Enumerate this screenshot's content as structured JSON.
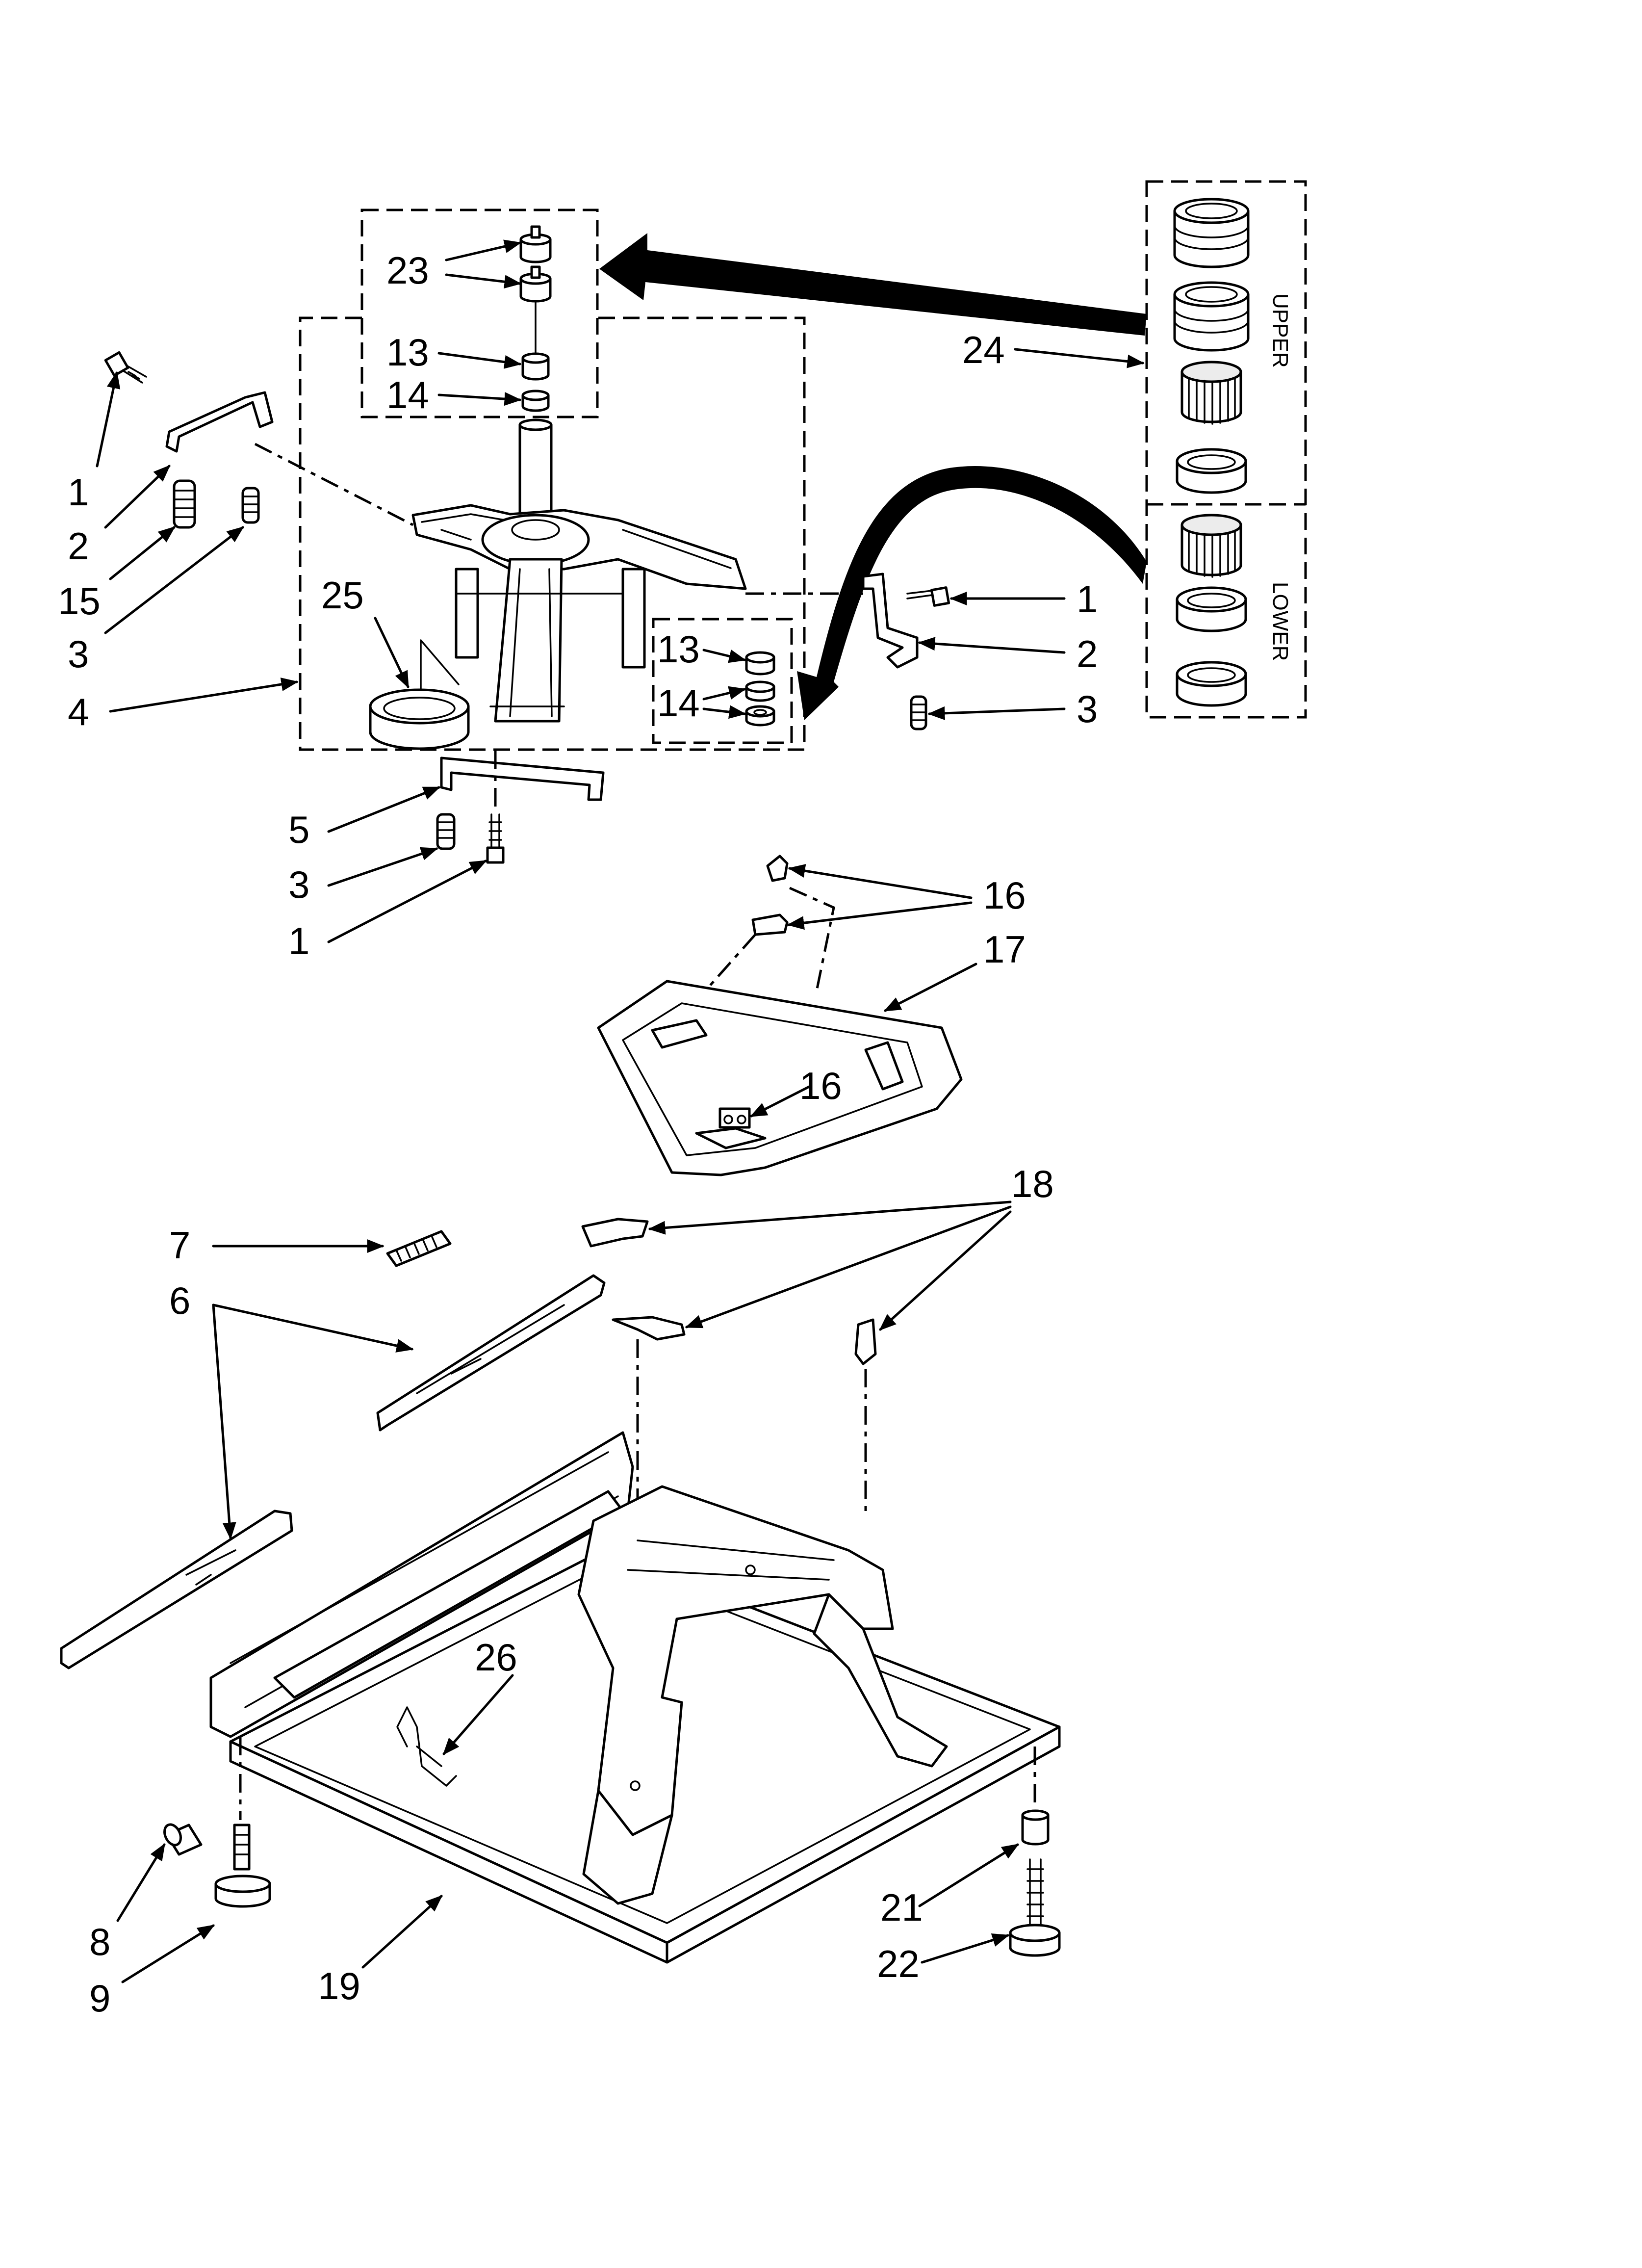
{
  "kit_labels": {
    "upper": "UPPER",
    "lower": "LOWER"
  },
  "callouts": [
    {
      "id": "c23",
      "text": "23"
    },
    {
      "id": "c13a",
      "text": "13"
    },
    {
      "id": "c14a",
      "text": "14"
    },
    {
      "id": "c24",
      "text": "24"
    },
    {
      "id": "c1a",
      "text": "1"
    },
    {
      "id": "c2a",
      "text": "2"
    },
    {
      "id": "c15",
      "text": "15"
    },
    {
      "id": "c3a",
      "text": "3"
    },
    {
      "id": "c25",
      "text": "25"
    },
    {
      "id": "c4",
      "text": "4"
    },
    {
      "id": "c13b",
      "text": "13"
    },
    {
      "id": "c14b",
      "text": "14"
    },
    {
      "id": "c1b",
      "text": "1"
    },
    {
      "id": "c2b",
      "text": "2"
    },
    {
      "id": "c3b",
      "text": "3"
    },
    {
      "id": "c5",
      "text": "5"
    },
    {
      "id": "c3c",
      "text": "3"
    },
    {
      "id": "c1c",
      "text": "1"
    },
    {
      "id": "c16a",
      "text": "16"
    },
    {
      "id": "c17",
      "text": "17"
    },
    {
      "id": "c16b",
      "text": "16"
    },
    {
      "id": "c18",
      "text": "18"
    },
    {
      "id": "c7",
      "text": "7"
    },
    {
      "id": "c6",
      "text": "6"
    },
    {
      "id": "c26",
      "text": "26"
    },
    {
      "id": "c8",
      "text": "8"
    },
    {
      "id": "c9",
      "text": "9"
    },
    {
      "id": "c19",
      "text": "19"
    },
    {
      "id": "c21",
      "text": "21"
    },
    {
      "id": "c22",
      "text": "22"
    }
  ]
}
